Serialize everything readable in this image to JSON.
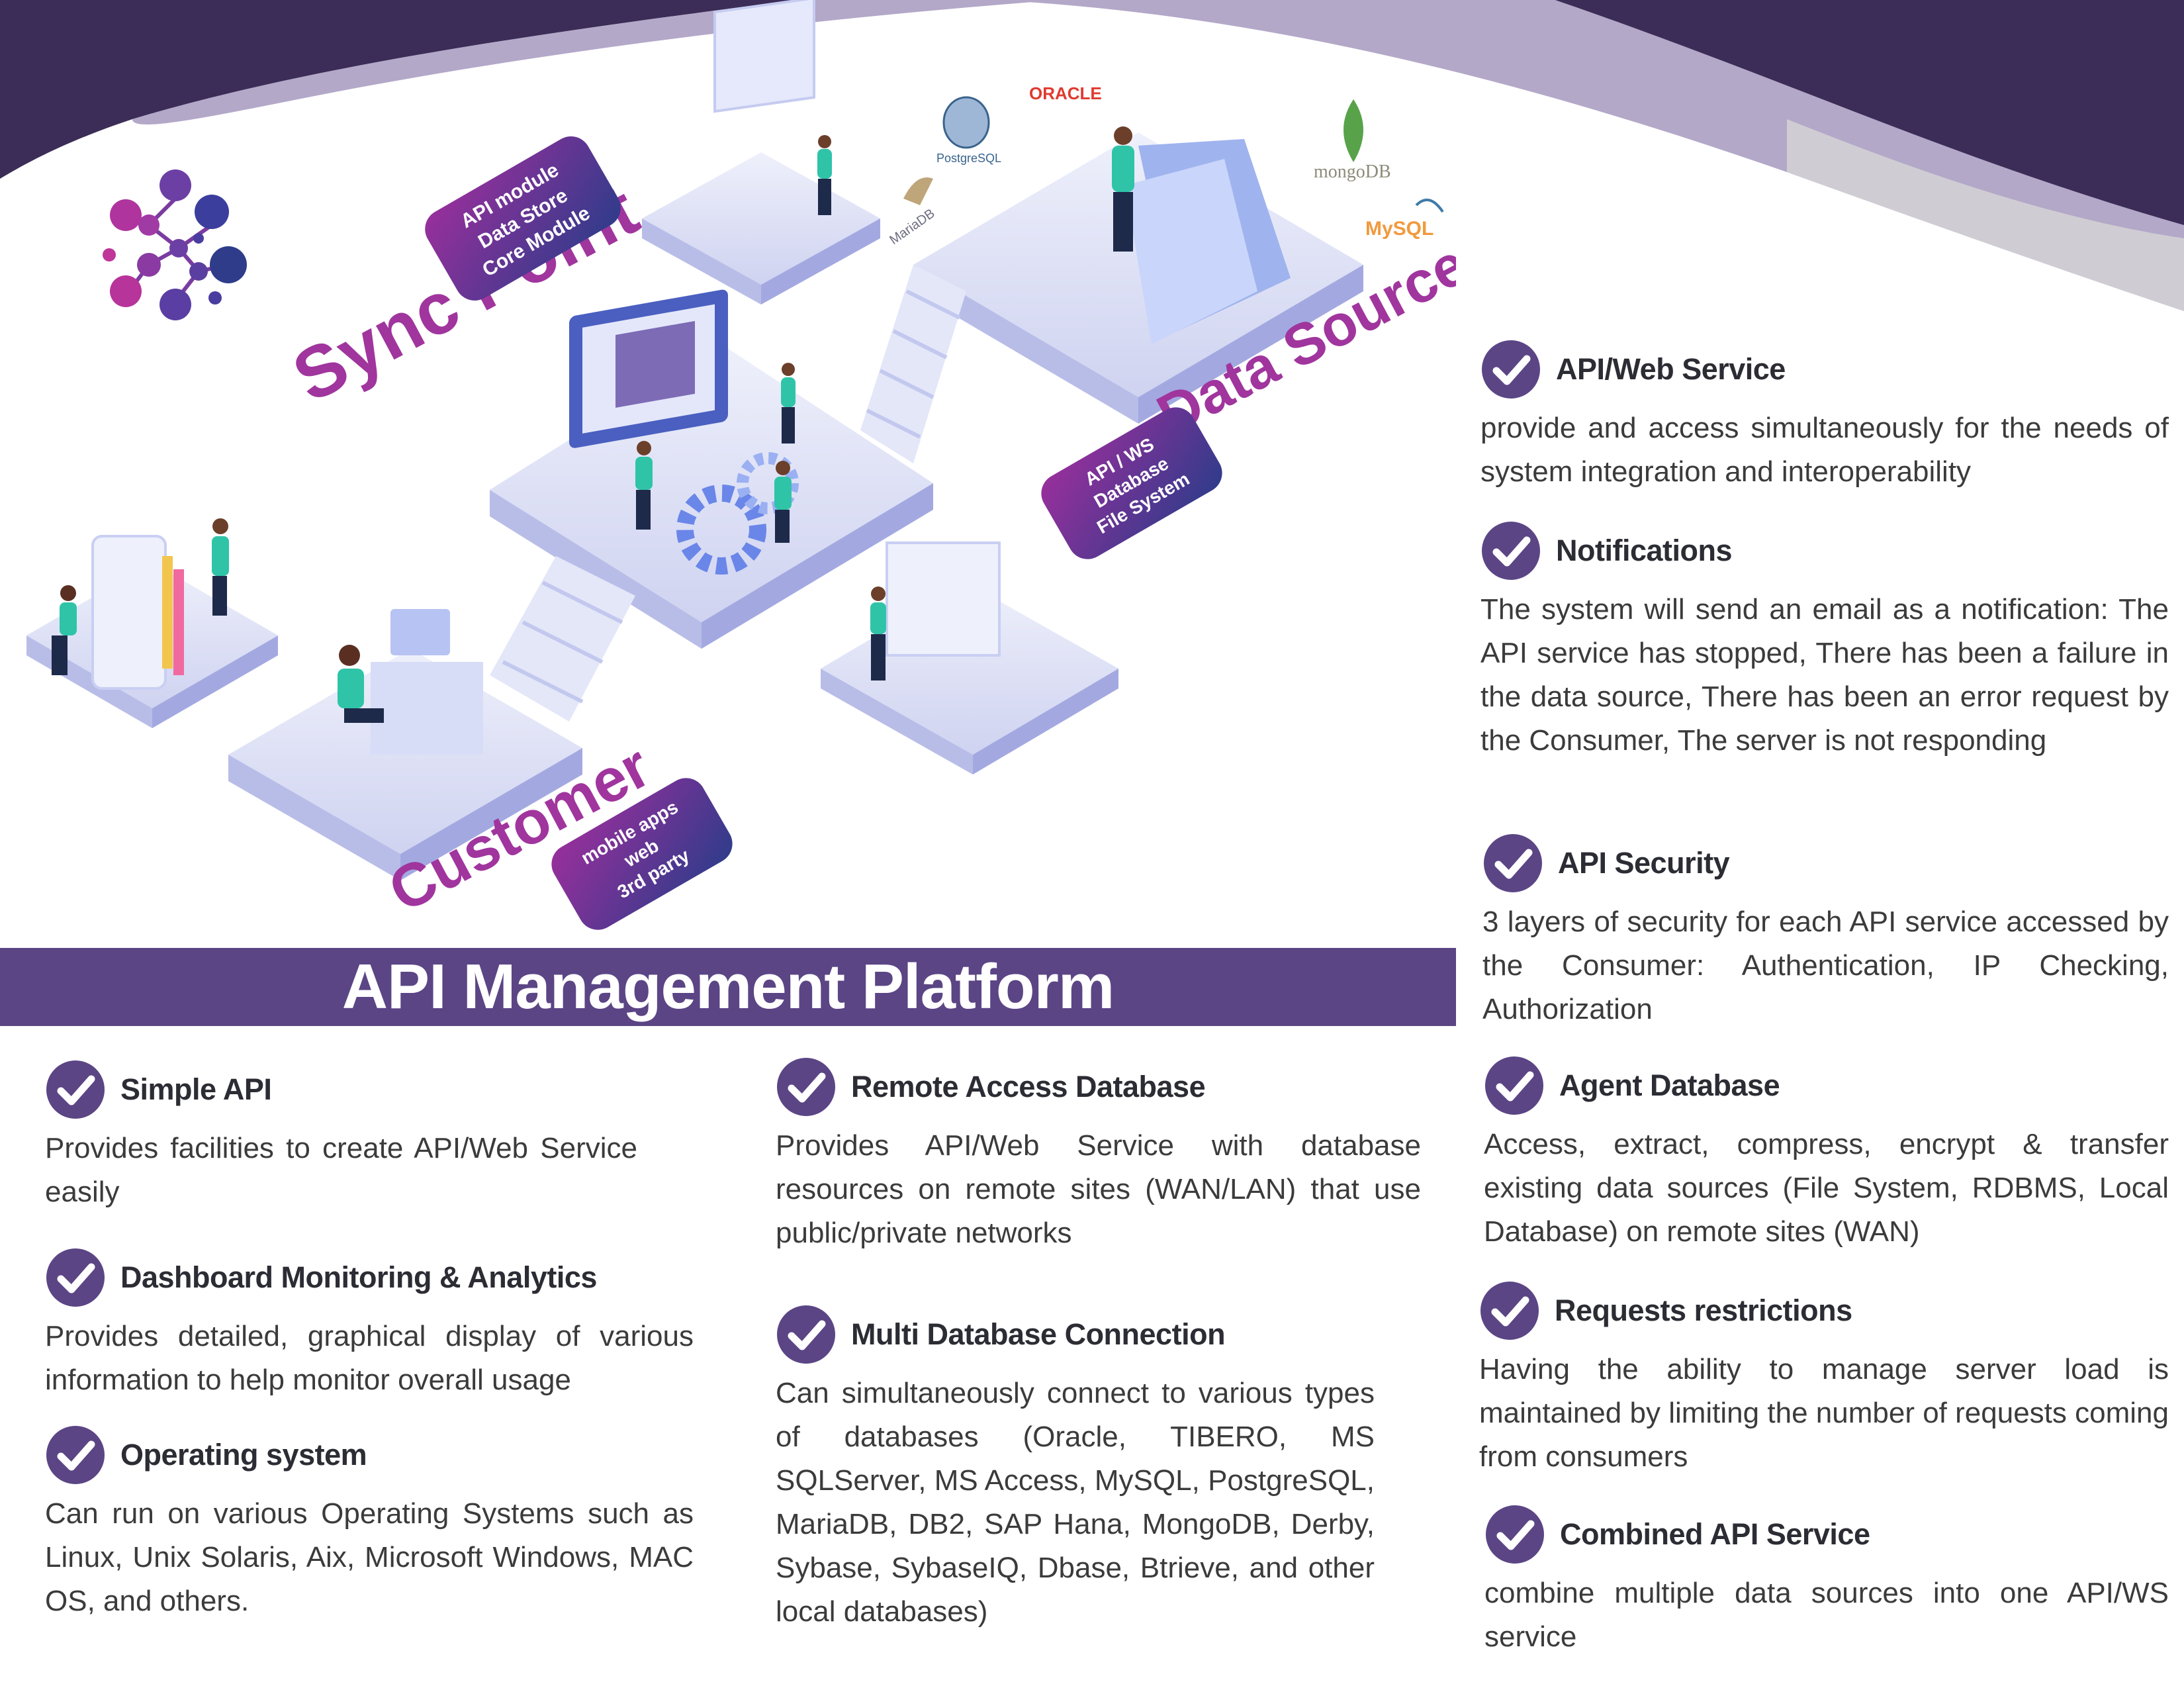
{
  "colors": {
    "primary": "#5b4585",
    "dark_wave": "#3b2d57",
    "light_wave": "#b3a8c8",
    "check": "#5b4585",
    "heading": "#2c2c34"
  },
  "hero": {
    "labels": {
      "sync_point": "Sync Point",
      "data_source": "Data Source",
      "customer": "Customer",
      "tag_sync": [
        "API module",
        "Data Store",
        "Core Module"
      ],
      "tag_source": [
        "API / WS",
        "Database",
        "File System"
      ],
      "tag_customer": [
        "mobile apps",
        "web",
        "3rd party"
      ]
    },
    "db_logos": {
      "oracle": "ORACLE",
      "postgresql": "PostgreSQL",
      "mariadb": "MariaDB",
      "mongodb": "mongoDB",
      "mysql": "MySQL"
    }
  },
  "banner": {
    "title": "API Management Platform"
  },
  "features": {
    "simple_api": {
      "title": "Simple API",
      "desc": "Provides facilities to create API/Web Service easily"
    },
    "dashboard": {
      "title": "Dashboard Monitoring & Analytics",
      "desc": "Provides detailed, graphical display of various information to help monitor overall usage"
    },
    "os": {
      "title": "Operating system",
      "desc": "Can run on various Operating Systems such as Linux, Unix Solaris, Aix, Microsoft Windows, MAC OS, and others."
    },
    "remote_access": {
      "title": "Remote Access Database",
      "desc": "Provides API/Web Service with database resources on remote sites (WAN/LAN) that use public/private networks"
    },
    "multi_db": {
      "title": "Multi Database Connection",
      "desc": "Can simultaneously connect to various types of databases (Oracle, TIBERO, MS SQLServer, MS Access, MySQL, PostgreSQL, MariaDB, DB2, SAP Hana, MongoDB, Derby, Sybase, SybaseIQ, Dbase, Btrieve, and other local databases)"
    },
    "api_web": {
      "title": "API/Web Service",
      "desc": "provide and access simultaneously for the needs of system integration and interoperability"
    },
    "notifications": {
      "title": "Notifications",
      "desc": "The system will send an email as a notification: The API service has stopped, There has been a failure in the data source, There has been an error request by the Consumer, The server is not responding"
    },
    "security": {
      "title": "API Security",
      "desc": "3 layers of security for each API service accessed by the Consumer: Authentication, IP Checking, Authorization"
    },
    "agent_db": {
      "title": "Agent Database",
      "desc": "Access, extract, compress, encrypt & transfer existing data sources (File System, RDBMS, Local Database) on remote sites (WAN)"
    },
    "requests": {
      "title": "Requests restrictions",
      "desc": "Having the ability to manage server load is maintained by limiting the number of requests coming from consumers"
    },
    "combined": {
      "title": "Combined API Service",
      "desc": "combine multiple data sources into one API/WS service"
    }
  }
}
